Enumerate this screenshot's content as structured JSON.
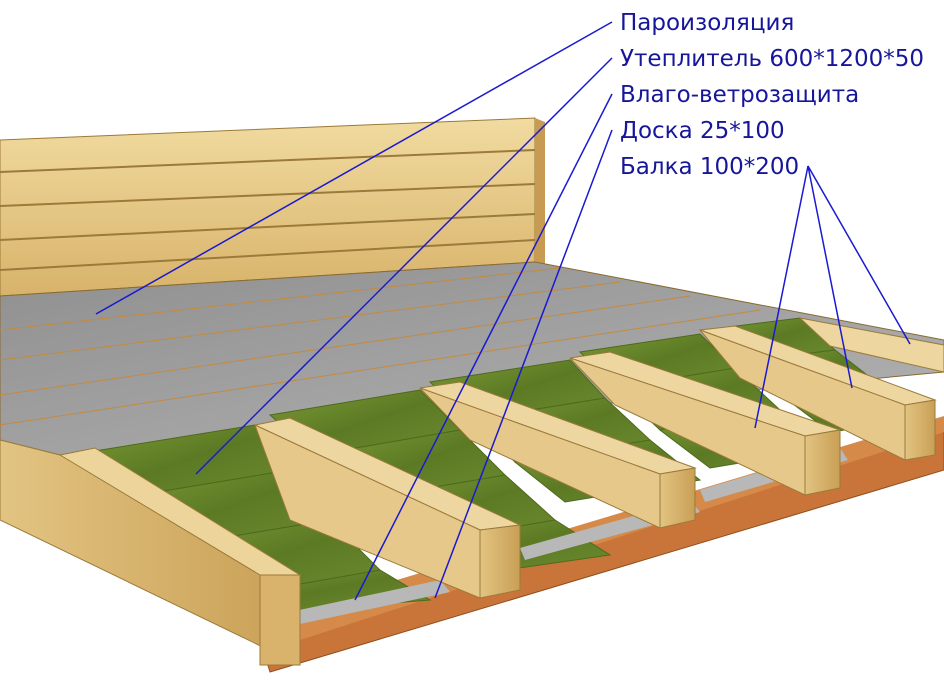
{
  "labels": {
    "vapor_barrier": "Пароизоляция",
    "insulation": "Утеплитель 600*1200*50",
    "wind_barrier": "Влаго-ветрозащита",
    "board": "Доска 25*100",
    "beam": "Балка 100*200"
  },
  "colors": {
    "label_text": "#16169a",
    "leader_line": "#1a1ad0",
    "wood_light": "#e9cf8e",
    "wood_mid": "#d9b56c",
    "wood_dark": "#b98a3e",
    "insulation": "#6a8a2c",
    "vapor_film": "#a3a3a3",
    "board_floor": "#c9753a"
  }
}
